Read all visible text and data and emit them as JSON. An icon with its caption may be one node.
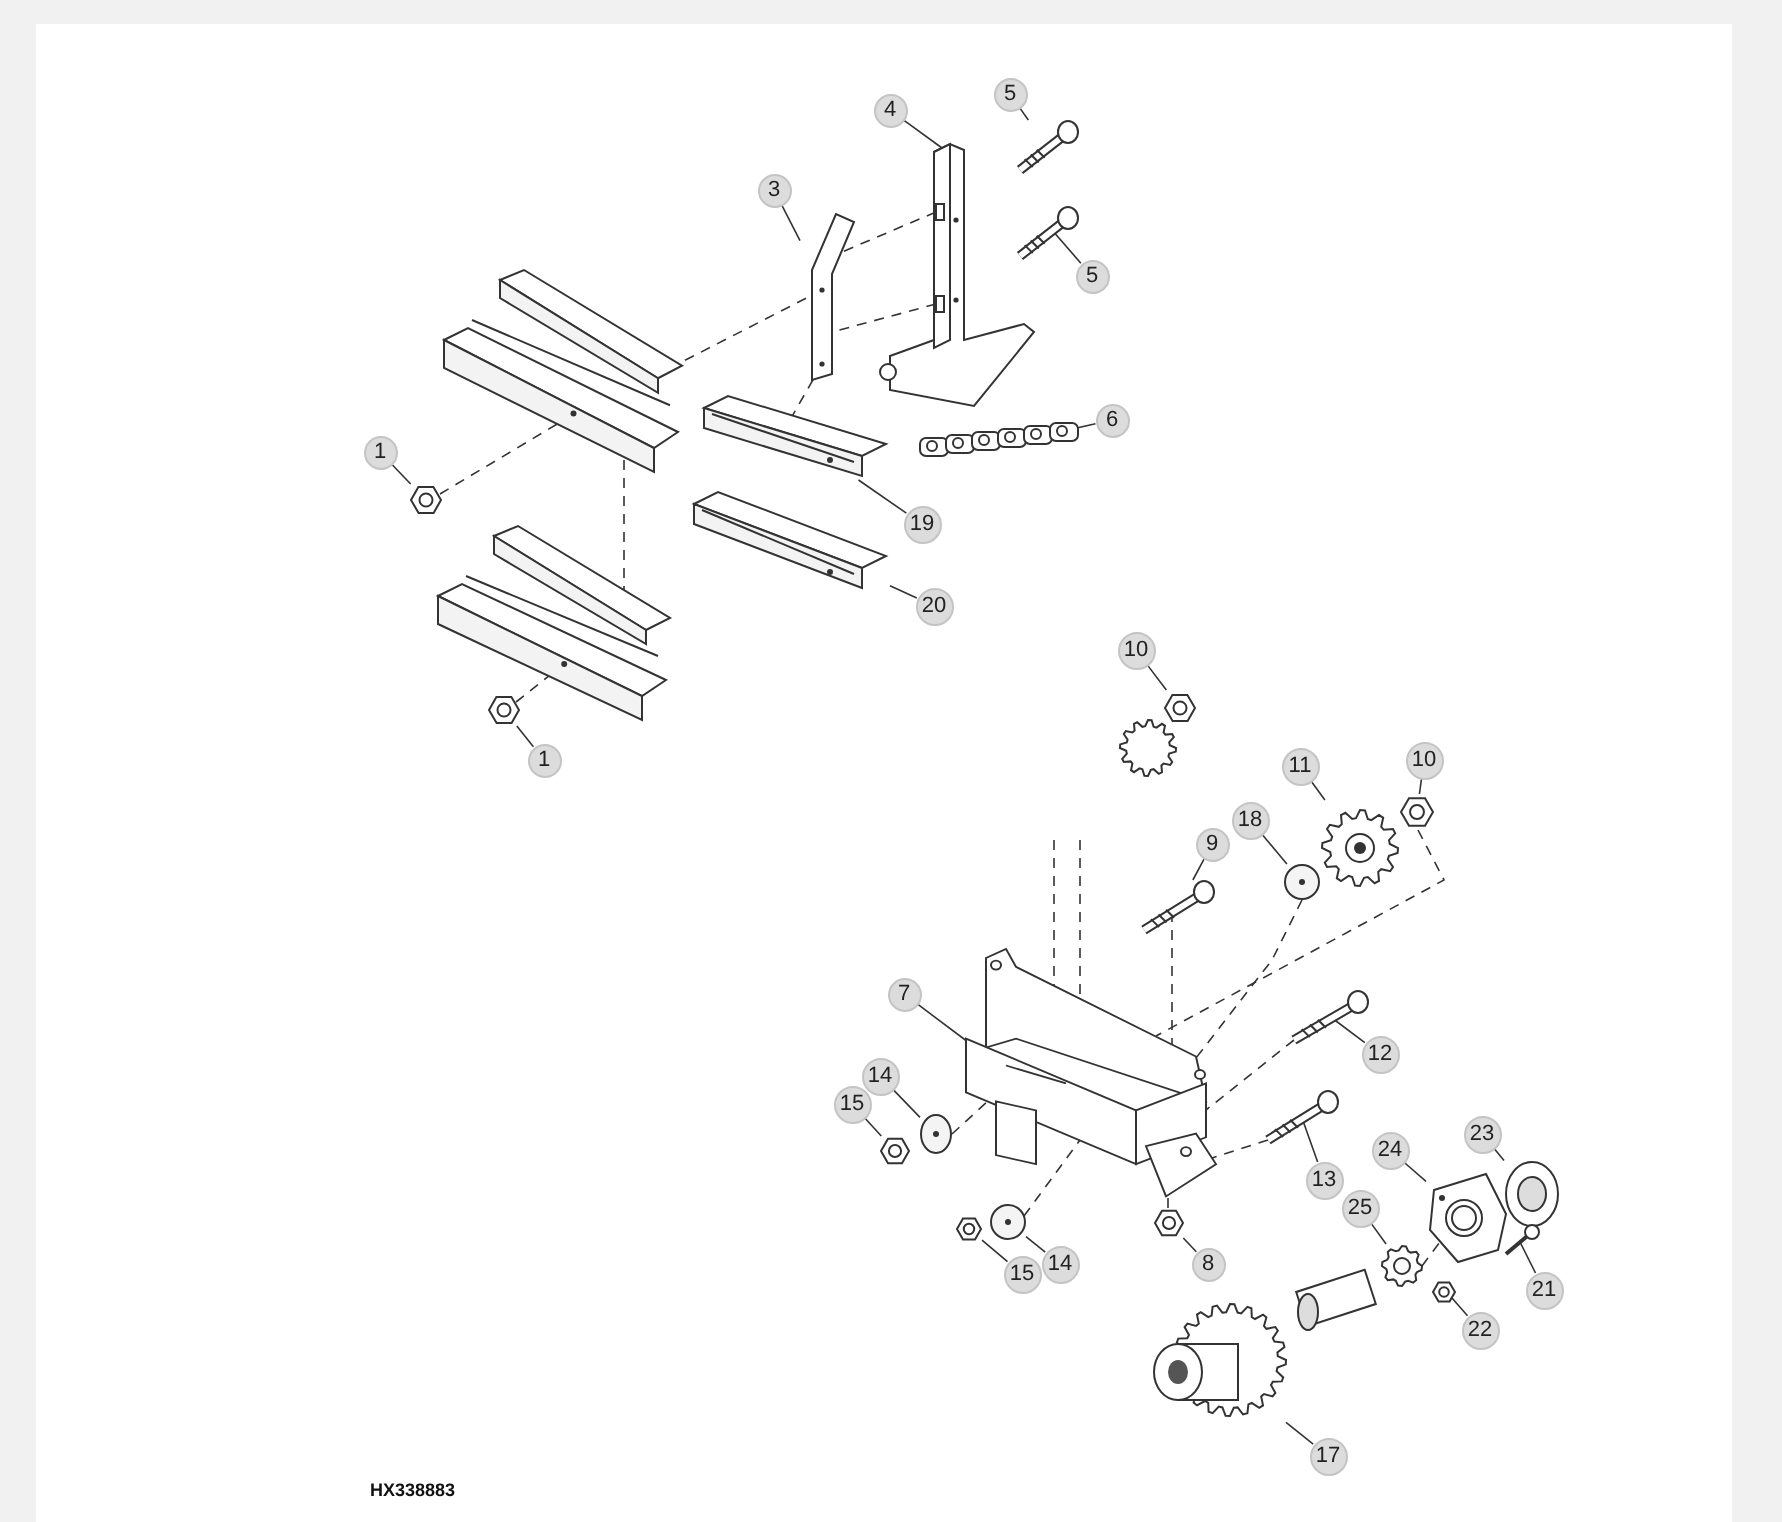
{
  "diagram": {
    "nodes": [
      {
        "text": [
          "1"
        ]
      },
      {
        "text": [
          "3"
        ]
      },
      {
        "text": [
          "4"
        ]
      },
      {
        "text": [
          "5"
        ]
      },
      {
        "text": [
          "5"
        ]
      },
      {
        "text": [
          "6"
        ]
      },
      {
        "text": [
          "19"
        ]
      },
      {
        "text": [
          "20"
        ]
      },
      {
        "text": [
          "1"
        ]
      },
      {
        "text": [
          "10"
        ]
      },
      {
        "text": [
          "11"
        ]
      },
      {
        "text": [
          "10"
        ]
      },
      {
        "text": [
          "18"
        ]
      },
      {
        "text": [
          "9"
        ]
      },
      {
        "text": [
          "7"
        ]
      },
      {
        "text": [
          "12"
        ]
      },
      {
        "text": [
          "14"
        ]
      },
      {
        "text": [
          "15"
        ]
      },
      {
        "text": [
          "24"
        ]
      },
      {
        "text": [
          "23"
        ]
      },
      {
        "text": [
          "13"
        ]
      },
      {
        "text": [
          "25"
        ]
      },
      {
        "text": [
          "14"
        ]
      },
      {
        "text": [
          "15"
        ]
      },
      {
        "text": [
          "8"
        ]
      },
      {
        "text": [
          "21"
        ]
      },
      {
        "text": [
          "22"
        ]
      },
      {
        "text": [
          "17"
        ]
      },
      {
        "text": [],
        "shape": "picture"
      },
      {
        "text": [],
        "shape": "picture"
      },
      {
        "text": [],
        "shape": "picture"
      },
      {
        "text": [],
        "shape": "picture"
      },
      {
        "text": [],
        "shape": "picture"
      },
      {
        "text": [],
        "shape": "picture"
      },
      {
        "text": [],
        "shape": "picture"
      },
      {
        "text": [],
        "shape": "picture"
      },
      {
        "text": [],
        "shape": "picture"
      },
      {
        "text": [],
        "shape": "picture"
      },
      {
        "text": [],
        "shape": "picture"
      },
      {
        "text": [],
        "shape": "picture"
      },
      {
        "text": [],
        "shape": "picture"
      },
      {
        "text": [],
        "shape": "picture"
      },
      {
        "text": [],
        "shape": "picture"
      },
      {
        "text": [],
        "shape": "picture"
      },
      {
        "text": [],
        "shape": "picture"
      },
      {
        "text": [],
        "shape": "picture"
      },
      {
        "text": [],
        "shape": "picture"
      },
      {
        "text": [],
        "shape": "picture"
      },
      {
        "text": [],
        "shape": "picture"
      },
      {
        "text": [],
        "shape": "picture"
      },
      {
        "text": [],
        "shape": "picture"
      },
      {
        "text": [],
        "shape": "picture"
      },
      {
        "text": [],
        "shape": "picture"
      },
      {
        "text": [],
        "shape": "picture"
      },
      {
        "text": [],
        "shape": "picture"
      },
      {
        "text": [],
        "shape": "picture"
      },
      {
        "text": [],
        "shape": "picture"
      },
      {
        "text": [],
        "shape": "picture"
      }
    ],
    "edges": [
      {
        "from": 0,
        "to": 28,
        "arrow": "none"
      },
      {
        "from": 1,
        "to": 29,
        "arrow": "none"
      },
      {
        "from": 2,
        "to": 30,
        "arrow": "none"
      },
      {
        "from": 3,
        "to": 31,
        "arrow": "none"
      },
      {
        "from": 4,
        "to": 32,
        "arrow": "none"
      },
      {
        "from": 5,
        "to": 33,
        "arrow": "none"
      },
      {
        "from": 6,
        "to": 34,
        "arrow": "none"
      },
      {
        "from": 7,
        "to": 35,
        "arrow": "none"
      },
      {
        "from": 8,
        "to": 36,
        "arrow": "none"
      },
      {
        "from": 9,
        "to": 37,
        "arrow": "none"
      },
      {
        "from": 10,
        "to": 38,
        "arrow": "none"
      },
      {
        "from": 11,
        "to": 39,
        "arrow": "none"
      },
      {
        "from": 12,
        "to": 40,
        "arrow": "none"
      },
      {
        "from": 13,
        "to": 41,
        "arrow": "none"
      },
      {
        "from": 14,
        "to": 42,
        "arrow": "none"
      },
      {
        "from": 15,
        "to": 43,
        "arrow": "none"
      },
      {
        "from": 16,
        "to": 44,
        "arrow": "none"
      },
      {
        "from": 17,
        "to": 45,
        "arrow": "none"
      },
      {
        "from": 18,
        "to": 46,
        "arrow": "none"
      },
      {
        "from": 19,
        "to": 47,
        "arrow": "none"
      },
      {
        "from": 20,
        "to": 48,
        "arrow": "none"
      },
      {
        "from": 21,
        "to": 49,
        "arrow": "none"
      },
      {
        "from": 22,
        "to": 50,
        "arrow": "none"
      },
      {
        "from": 23,
        "to": 51,
        "arrow": "none"
      },
      {
        "from": 24,
        "to": 52,
        "arrow": "none"
      },
      {
        "from": 25,
        "to": 53,
        "arrow": "none"
      },
      {
        "from": 26,
        "to": 54,
        "arrow": "none"
      },
      {
        "from": 27,
        "to": 55,
        "arrow": "none"
      },
      {
        "from": 28,
        "to": 56,
        "arrow": "none",
        "style": "dashed"
      },
      {
        "from": 29,
        "to": 56,
        "arrow": "none",
        "style": "dashed"
      },
      {
        "from": 29,
        "to": 34,
        "arrow": "none",
        "style": "dashed"
      },
      {
        "from": 30,
        "to": 29,
        "arrow": "none",
        "style": "dashed"
      },
      {
        "from": 30,
        "to": 29,
        "arrow": "none",
        "style": "dashed"
      },
      {
        "from": 56,
        "to": 57,
        "arrow": "none",
        "style": "dashed"
      },
      {
        "from": 36,
        "to": 57,
        "arrow": "none",
        "style": "dashed"
      },
      {
        "from": null,
        "to": 42,
        "arrow": "none",
        "style": "dashed"
      },
      {
        "from": null,
        "to": 42,
        "arrow": "none",
        "style": "dashed"
      },
      {
        "from": 41,
        "to": 42,
        "arrow": "none",
        "style": "dashed"
      },
      {
        "from": 40,
        "to": 42,
        "arrow": "none",
        "style": "dashed"
      },
      {
        "from": 39,
        "to": 42,
        "arrow": "none",
        "style": "dashed"
      },
      {
        "from": 43,
        "to": 42,
        "arrow": "none",
        "style": "dashed"
      },
      {
        "from": 48,
        "to": 42,
        "arrow": "none",
        "style": "dashed"
      },
      {
        "from": 44,
        "to": 42,
        "arrow": "none",
        "style": "dashed"
      },
      {
        "from": 50,
        "to": 42,
        "arrow": "none",
        "style": "dashed"
      },
      {
        "from": 52,
        "to": 42,
        "arrow": "none",
        "style": "dashed"
      },
      {
        "from": 49,
        "to": 46,
        "arrow": "none",
        "style": "dashed"
      }
    ],
    "labels": [
      "HX338883"
    ]
  }
}
